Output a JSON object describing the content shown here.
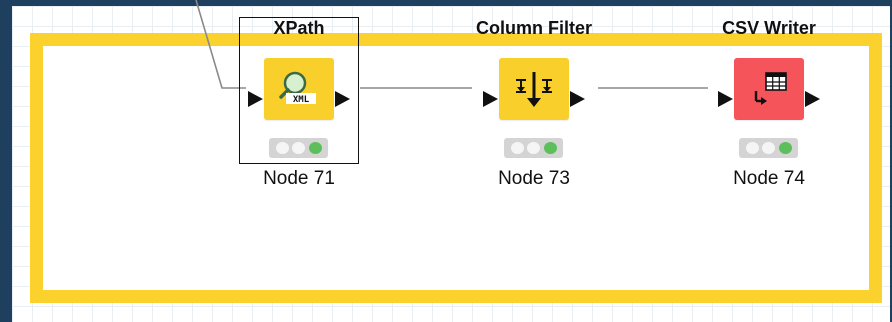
{
  "theme": {
    "canvas_background": "#1e3f5e",
    "annotation_color": "#fbd12e",
    "manipulator_color": "#f9cf2b",
    "writer_color": "#f5545a",
    "status_ok_color": "#5cbf5b"
  },
  "nodes": [
    {
      "title": "XPath",
      "label": "Node 71",
      "icon": "xpath-xml-icon",
      "status": "executed",
      "selected": true
    },
    {
      "title": "Column Filter",
      "label": "Node 73",
      "icon": "column-filter-icon",
      "status": "executed",
      "selected": false
    },
    {
      "title": "CSV Writer",
      "label": "Node 74",
      "icon": "csv-writer-table-icon",
      "status": "executed",
      "selected": false
    }
  ]
}
